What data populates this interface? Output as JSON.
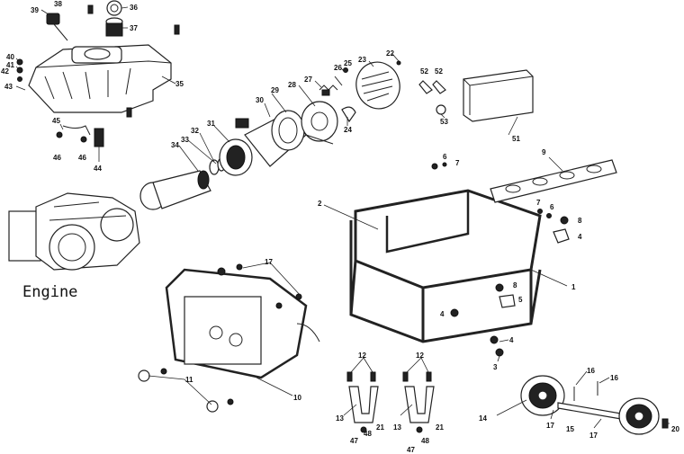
{
  "engine_label": "Engine",
  "callouts": [
    {
      "id": "c39",
      "text": "39"
    },
    {
      "id": "c38",
      "text": "38"
    },
    {
      "id": "c36",
      "text": "36"
    },
    {
      "id": "c37",
      "text": "37"
    },
    {
      "id": "c40",
      "text": "40"
    },
    {
      "id": "c41",
      "text": "41"
    },
    {
      "id": "c42",
      "text": "42"
    },
    {
      "id": "c43",
      "text": "43"
    },
    {
      "id": "c35",
      "text": "35"
    },
    {
      "id": "c45",
      "text": "45"
    },
    {
      "id": "c46a",
      "text": "46"
    },
    {
      "id": "c46b",
      "text": "46"
    },
    {
      "id": "c44",
      "text": "44"
    },
    {
      "id": "c22",
      "text": "22"
    },
    {
      "id": "c23",
      "text": "23"
    },
    {
      "id": "c25",
      "text": "25"
    },
    {
      "id": "c26",
      "text": "26"
    },
    {
      "id": "c27",
      "text": "27"
    },
    {
      "id": "c28",
      "text": "28"
    },
    {
      "id": "c29",
      "text": "29"
    },
    {
      "id": "c30",
      "text": "30"
    },
    {
      "id": "c31",
      "text": "31"
    },
    {
      "id": "c32",
      "text": "32"
    },
    {
      "id": "c33",
      "text": "33"
    },
    {
      "id": "c34",
      "text": "34"
    },
    {
      "id": "c24",
      "text": "24"
    },
    {
      "id": "c52a",
      "text": "52"
    },
    {
      "id": "c52b",
      "text": "52"
    },
    {
      "id": "c53",
      "text": "53"
    },
    {
      "id": "c51",
      "text": "51"
    },
    {
      "id": "c9",
      "text": "9"
    },
    {
      "id": "c6a",
      "text": "6"
    },
    {
      "id": "c7a",
      "text": "7"
    },
    {
      "id": "c2",
      "text": "2"
    },
    {
      "id": "c7b",
      "text": "7"
    },
    {
      "id": "c6b",
      "text": "6"
    },
    {
      "id": "c8a",
      "text": "8"
    },
    {
      "id": "c4a",
      "text": "4"
    },
    {
      "id": "c17a",
      "text": "17"
    },
    {
      "id": "c1",
      "text": "1"
    },
    {
      "id": "c8b",
      "text": "8"
    },
    {
      "id": "c5",
      "text": "5"
    },
    {
      "id": "c4b",
      "text": "4"
    },
    {
      "id": "c4c",
      "text": "4"
    },
    {
      "id": "c3",
      "text": "3"
    },
    {
      "id": "c10",
      "text": "10"
    },
    {
      "id": "c11",
      "text": "11"
    },
    {
      "id": "c12a",
      "text": "12"
    },
    {
      "id": "c12b",
      "text": "12"
    },
    {
      "id": "c13a",
      "text": "13"
    },
    {
      "id": "c21a",
      "text": "21"
    },
    {
      "id": "c48a",
      "text": "48"
    },
    {
      "id": "c47a",
      "text": "47"
    },
    {
      "id": "c13b",
      "text": "13"
    },
    {
      "id": "c21b",
      "text": "21"
    },
    {
      "id": "c48b",
      "text": "48"
    },
    {
      "id": "c47b",
      "text": "47"
    },
    {
      "id": "c16a",
      "text": "16"
    },
    {
      "id": "c16b",
      "text": "16"
    },
    {
      "id": "c14",
      "text": "14"
    },
    {
      "id": "c17b",
      "text": "17"
    },
    {
      "id": "c15",
      "text": "15"
    },
    {
      "id": "c17c",
      "text": "17"
    },
    {
      "id": "c20",
      "text": "20"
    }
  ]
}
